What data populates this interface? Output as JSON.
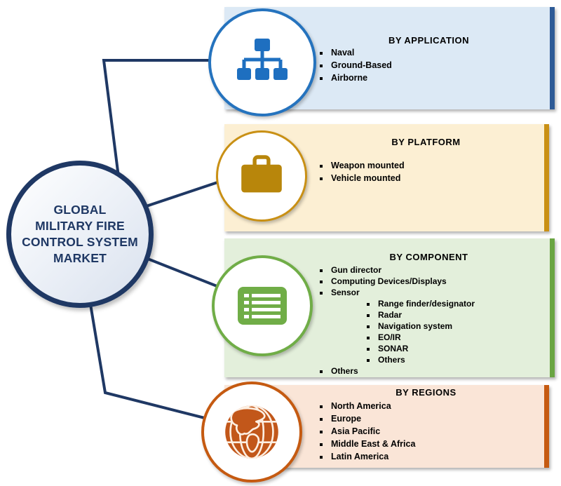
{
  "diagram_title": "GLOBAL MILITARY FIRE CONTROL SYSTEM MARKET",
  "center": {
    "lines": [
      "GLOBAL",
      "MILITARY FIRE",
      "CONTROL SYSTEM",
      "MARKET"
    ],
    "border_color": "#1F3864",
    "text_color": "#1F3864"
  },
  "connector_color": "#1F3864",
  "sections": [
    {
      "id": "application",
      "title": "BY APPLICATION",
      "icon": "sitemap-icon",
      "panel_bg": "#DCE9F5",
      "accent": "#2E5B97",
      "icon_color": "#1E6FC0",
      "items": [
        "Naval",
        "Ground-Based",
        "Airborne"
      ]
    },
    {
      "id": "platform",
      "title": "BY PLATFORM",
      "icon": "briefcase-icon",
      "panel_bg": "#FCEFD3",
      "accent": "#C99014",
      "icon_color": "#B8860B",
      "items": [
        "Weapon mounted",
        "Vehicle mounted"
      ]
    },
    {
      "id": "component",
      "title": "BY COMPONENT",
      "icon": "list-icon",
      "panel_bg": "#E3EFDB",
      "accent": "#6AA542",
      "icon_color": "#70AD47",
      "items": [
        "Gun director",
        "Computing Devices/Displays",
        "Sensor"
      ],
      "sensor_subitems": [
        "Range finder/designator",
        "Radar",
        "Navigation system",
        "EO/IR",
        "SONAR",
        "Others"
      ],
      "items_tail": [
        "Others"
      ]
    },
    {
      "id": "regions",
      "title": "BY REGIONS",
      "icon": "globe-icon",
      "panel_bg": "#FAE5D7",
      "accent": "#C55A11",
      "icon_color": "#C2571A",
      "items": [
        "North America",
        "Europe",
        "Asia Pacific",
        "Middle East & Africa",
        "Latin America"
      ]
    }
  ]
}
